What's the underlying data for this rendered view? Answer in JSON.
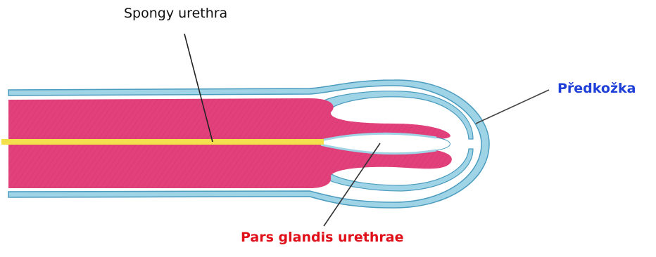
{
  "labels": {
    "spongy_urethra": "Spongy urethra",
    "predkozka": "Předkožka",
    "pars_glandis": "Pars glandis urethrae"
  },
  "colors": {
    "tissue": "#e2407a",
    "tissue_hatch": "#c9346a",
    "skin": "#9fd3e6",
    "skin_edge": "#4b9cbf",
    "urethra": "#f3e04a",
    "predkozka_label": "#1e3fd8",
    "pars_glandis_label": "#e0101a"
  }
}
